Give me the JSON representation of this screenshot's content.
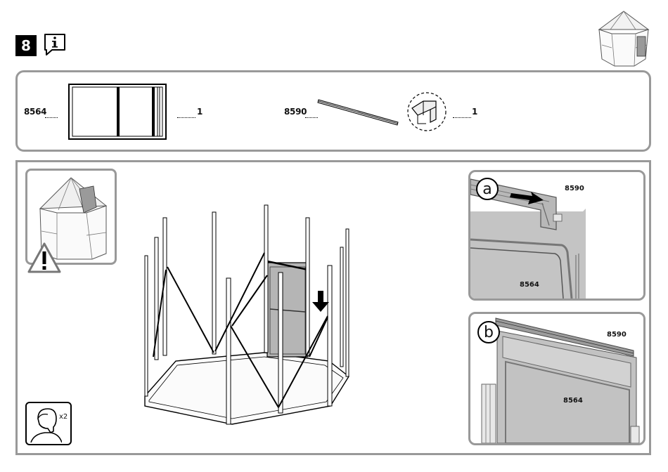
{
  "step": {
    "number": "8"
  },
  "parts": [
    {
      "id": "8564",
      "qty": "1"
    },
    {
      "id": "8590",
      "qty": "1"
    }
  ],
  "details": [
    {
      "letter": "a",
      "top_label": "8590",
      "bottom_label": "8564"
    },
    {
      "letter": "b",
      "top_label": "8590",
      "bottom_label": "8564"
    }
  ],
  "people": {
    "count": "x2"
  },
  "icons": [
    "info-icon",
    "warning-icon",
    "person-icon",
    "arrow-down-icon"
  ]
}
